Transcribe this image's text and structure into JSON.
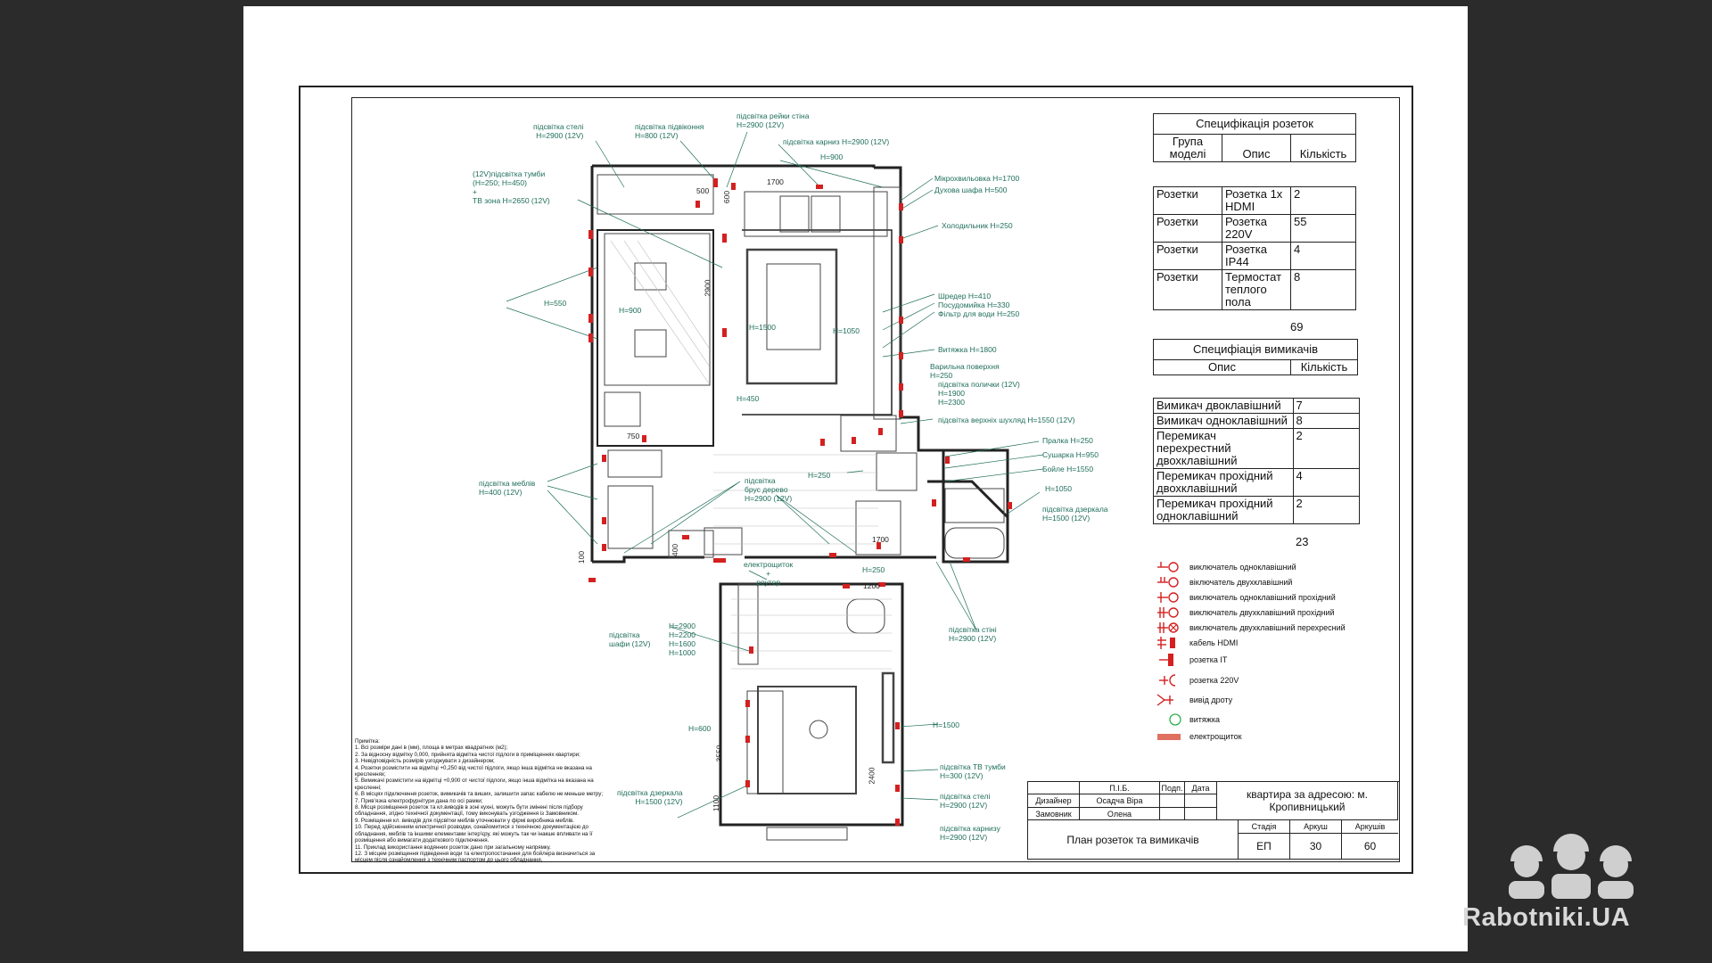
{
  "sheet": {
    "notes_title": "Примітка:",
    "notes": [
      "1. Всі розміри дані в (мм), площа в метрах квадратних (м2);",
      "2. За відносну відмітку 0,000, прийнята відмітка чистої підлоги в приміщеннях квартири;",
      "3. Невідповідність розмірів узгоджувати з дизайнером;",
      "4. Розетки розмістити на відмітці +0,250 від чистої підлоги, якщо інша відмітка не вказана на кресленнях;",
      "5. Вимикачі розмістити на відмітці +0,900 от чистої підлоги, якщо інша відмітка на вказана на кресленні;",
      "6. В місцях підключення розеток, вимикачів та виших, залишити запас кабелю не меньше метру;",
      "7. Привʼязка електрофурнітури дана по осі рамки;",
      "8. Місця розміщення розеток та кл.виводів в зоні кухні, можуть бути змінені після підбору обладнання, згідно технічної документації, тому виконувать узгодження із Замовником.",
      "9. Розміщення кл. виводів для підсвітки меблів уточнювати у фірмі виробника меблів.",
      "10. Перед здійсненням електричної розводки, ознайомитися з технічною документацією до обладнання, меблів та іншими елементами інтер'єру, які можуть так чи інакше впливати на її розміщення або вимагати додаткового підключення.",
      "11. Приклад використання водянних розеток дано при загальному напрямку.",
      "12. З місцем розміщення підведення води та електропостачання для бойлера визначиться за місцем після ознайомлення з технічним паспортом до цього обладнання."
    ],
    "socket_spec": {
      "title": "Специфікація розеток",
      "headers": [
        "Група моделі",
        "Опис",
        "Кількість"
      ],
      "rows": [
        {
          "group": "Розетки",
          "desc": "Розетка 1x HDMI",
          "qty": "2"
        },
        {
          "group": "Розетки",
          "desc": "Розетка 220V",
          "qty": "55"
        },
        {
          "group": "Розетки",
          "desc": "Розетка IP44",
          "qty": "4"
        },
        {
          "group": "Розетки",
          "desc": "Термостат теплого пола",
          "qty": "8"
        }
      ],
      "total": "69"
    },
    "switch_spec": {
      "title": "Специфіація вимикачів",
      "headers": [
        "Опис",
        "Кількість"
      ],
      "rows": [
        {
          "desc": "Вимикач двоклавішний",
          "qty": "7"
        },
        {
          "desc": "Вимикач одноклавішний",
          "qty": "8"
        },
        {
          "desc": "Перемикач перехрестний двохклавішний",
          "qty": "2"
        },
        {
          "desc": "Перемикач прохідний двохклавішний",
          "qty": "4"
        },
        {
          "desc": "Перемикач прохідний одноклавішний",
          "qty": "2"
        }
      ],
      "total": "23"
    },
    "legend": [
      {
        "icon": "switch-single-icon",
        "label": "виключатель одноклавішний"
      },
      {
        "icon": "switch-double-icon",
        "label": "віключатель двухклавішний"
      },
      {
        "icon": "switch-single-pass-icon",
        "label": "виключатель одноклавішний прохідний"
      },
      {
        "icon": "switch-double-pass-icon",
        "label": "виключатель двухклавішний прохідний"
      },
      {
        "icon": "switch-double-cross-icon",
        "label": "виключатель двухклавішний перехресний"
      },
      {
        "icon": "hdmi-cable-icon",
        "label": "кабель HDMI"
      },
      {
        "icon": "socket-it-icon",
        "label": "розетка IT"
      },
      {
        "icon": "socket-220-icon",
        "label": "розетка 220V"
      },
      {
        "icon": "wire-outlet-icon",
        "label": "вивід дроту"
      },
      {
        "icon": "hood-icon",
        "label": "витяжка"
      },
      {
        "icon": "panel-icon",
        "label": "електрощиток"
      }
    ],
    "title_block": {
      "pib": "П.І.Б.",
      "sign": "Подп.",
      "date": "Дата",
      "designer_label": "Дизайнер",
      "designer": "Осадча Віра",
      "client_label": "Замовник",
      "client": "Олена",
      "address": "квартира за адресою: м. Кропивницький",
      "sheet_title": "План розеток та вимикачів",
      "stage_label": "Стадія",
      "sheet_label": "Аркуш",
      "sheets_label": "Аркушів",
      "stage": "ЕП",
      "sheet_no": "30",
      "sheets": "60"
    },
    "plan_labels": {
      "ceiling_light": "підсвітка стелі\nН=2900 (12V)",
      "sill_light": "підсвітка підвіконня\nН=800 (12V)",
      "rail_light": "підсвітка рейки стіна\nН=2900 (12V)",
      "cornice_light": "підсвітка карниз Н=2900 (12V)",
      "h900": "Н=900",
      "tv_cabinet": "(12V)підсвітка тумби\n(Н=250; Н=450)\n+\nТВ зона Н=2650 (12V)",
      "microwave": "Мікрохвильовка Н=1700",
      "oven": "Духова шафа Н=500",
      "fridge": "Холодильник Н=250",
      "h550": "Н=550",
      "h900b": "Н=900",
      "h1500a": "Н=1500",
      "h1050a": "Н=1050",
      "shredder": "Шредер Н=410",
      "dishwasher": "Посудомийка Н=330",
      "water_filter": "Фільтр для води Н=250",
      "hood": "Витяжка Н=1800",
      "cooktop": "Варильна поверхня\nН=250",
      "shelf_light": "підсвітка полички (12V)\nН=1900\nН=2300",
      "drawer_light": "підсвітка верхніх шухляд Н=1550 (12V)",
      "h450": "Н=450",
      "washer": "Пралка Н=250",
      "dryer": "Сушарка Н=950",
      "boiler": "Бойле Н=1550",
      "h1050b": "Н=1050",
      "mirror_light": "підсвітка дзеркала\nН=1500 (12V)",
      "furniture_light": "підсвітка меблів\nН=400 (12V)",
      "beam_light": "підсвітка\nбрус дерево\nН=2900 (12V)",
      "h250": "Н=250",
      "h250b": "Н=250",
      "panel_label": "електрощиток\n+\nроутер",
      "wall_light": "підсвітка стіні\nН=2900 (12V)",
      "wardrobe_light": "підсвітка\nшафи (12V)",
      "heights": "Н=2900\nН=2200\nН=1600\nН=1000",
      "h600": "Н=600",
      "h1500b": "Н=1500",
      "tv_stand_light": "підсвітка ТВ тумби\nН=300 (12V)",
      "ceiling_light2": "підсвітка стелі\nН=2900 (12V)",
      "cornice_light2": "підсвітка карнизу\nН=2900 (12V)",
      "mirror_light2": "підсвітка дзеркала\nН=1500 (12V)",
      "dim_1700": "1700",
      "dim_500": "500",
      "dim_600": "600",
      "dim_750": "750",
      "dim_2900": "2900",
      "dim_1700b": "1700",
      "dim_1200": "1200",
      "dim_3550": "3550",
      "dim_2400": "2400",
      "dim_1100": "1100",
      "dim_400": "400",
      "dim_100": "100"
    },
    "watermark": "Rabotniki.UA",
    "colors": {
      "background": "#2b2b2b",
      "sheet": "#ffffff",
      "lines": "#222222",
      "annotation": "#1f6e5a",
      "symbols": "#d42020",
      "hood": "#2fb04a"
    }
  }
}
